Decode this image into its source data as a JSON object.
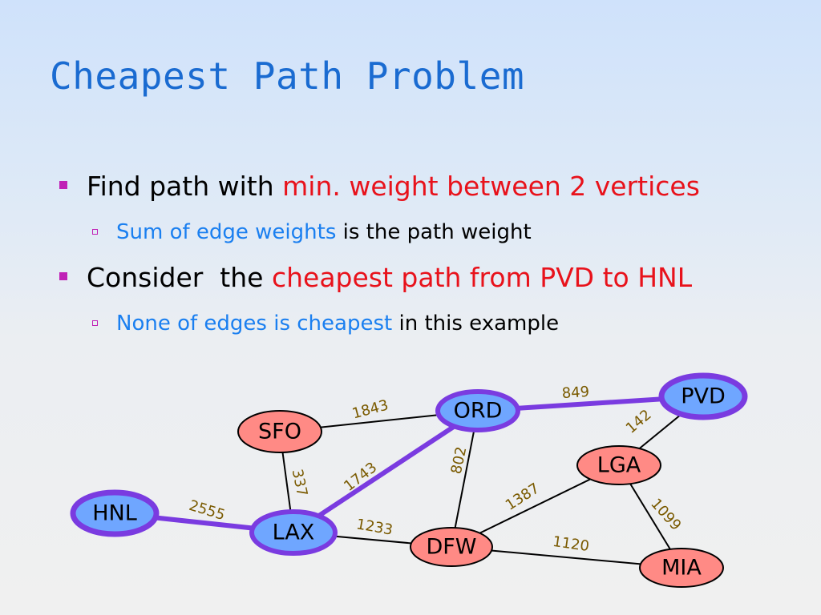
{
  "title": "Cheapest Path Problem",
  "bullets": [
    {
      "prefix": "Find path with ",
      "highlight": "min. weight between 2 vertices",
      "sub": {
        "highlight": "Sum of edge weights",
        "suffix": " is the path weight"
      }
    },
    {
      "prefix": "Consider  the ",
      "highlight": "cheapest path from PVD to HNL",
      "sub": {
        "highlight": "None of edges is cheapest",
        "suffix": " in this example"
      }
    }
  ],
  "graph": {
    "nodes": [
      {
        "id": "HNL",
        "label": "HNL",
        "kind": "endpoint"
      },
      {
        "id": "SFO",
        "label": "SFO",
        "kind": "normal"
      },
      {
        "id": "LAX",
        "label": "LAX",
        "kind": "path"
      },
      {
        "id": "ORD",
        "label": "ORD",
        "kind": "path"
      },
      {
        "id": "DFW",
        "label": "DFW",
        "kind": "normal"
      },
      {
        "id": "PVD",
        "label": "PVD",
        "kind": "endpoint"
      },
      {
        "id": "LGA",
        "label": "LGA",
        "kind": "normal"
      },
      {
        "id": "MIA",
        "label": "MIA",
        "kind": "normal"
      }
    ],
    "edges": [
      {
        "from": "HNL",
        "to": "LAX",
        "weight": "2555",
        "highlighted": true
      },
      {
        "from": "LAX",
        "to": "ORD",
        "weight": "1743",
        "highlighted": true
      },
      {
        "from": "ORD",
        "to": "PVD",
        "weight": "849",
        "highlighted": true
      },
      {
        "from": "SFO",
        "to": "ORD",
        "weight": "1843",
        "highlighted": false
      },
      {
        "from": "SFO",
        "to": "LAX",
        "weight": "337",
        "highlighted": false
      },
      {
        "from": "LAX",
        "to": "DFW",
        "weight": "1233",
        "highlighted": false
      },
      {
        "from": "ORD",
        "to": "DFW",
        "weight": "802",
        "highlighted": false
      },
      {
        "from": "DFW",
        "to": "LGA",
        "weight": "1387",
        "highlighted": false
      },
      {
        "from": "DFW",
        "to": "MIA",
        "weight": "1120",
        "highlighted": false
      },
      {
        "from": "PVD",
        "to": "LGA",
        "weight": "142",
        "highlighted": false
      },
      {
        "from": "LGA",
        "to": "MIA",
        "weight": "1099",
        "highlighted": false
      }
    ]
  },
  "colors": {
    "title": "#1a6bd1",
    "bullet_marker": "#c021b6",
    "highlight_red": "#e8121b",
    "highlight_blue": "#1a7ff0",
    "node_normal_fill": "#ff8a85",
    "node_path_fill": "#6fa6ff",
    "path_stroke": "#7a3be0",
    "edge_stroke": "#000000",
    "weight_text": "#7a5a00"
  }
}
